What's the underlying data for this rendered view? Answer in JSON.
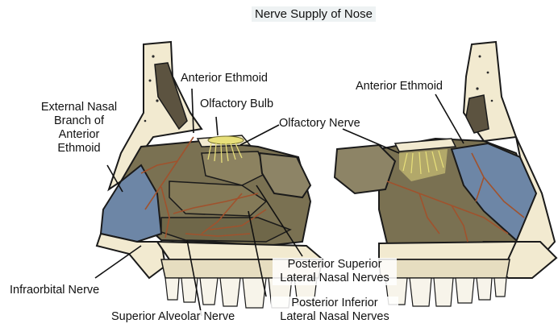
{
  "title": "Nerve Supply of Nose",
  "labels": {
    "external_nasal_line1": "External Nasal",
    "external_nasal_line2": "Branch of",
    "external_nasal_line3": "Anterior",
    "external_nasal_line4": "Ethmoid",
    "anterior_ethmoid_left": "Anterior Ethmoid",
    "olfactory_bulb": "Olfactory Bulb",
    "olfactory_nerve": "Olfactory Nerve",
    "anterior_ethmoid_right": "Anterior Ethmoid",
    "infraorbital_nerve": "Infraorbital Nerve",
    "superior_alveolar_nerve": "Superior Alveolar Nerve",
    "posterior_superior_line1": "Posterior Superior",
    "posterior_superior_line2": "Lateral Nasal Nerves",
    "posterior_inferior_line1": "Posterior Inferior",
    "posterior_inferior_line2": "Lateral Nasal Nerves"
  },
  "colors": {
    "bone": "#f2ead0",
    "bone_outline": "#1a1a1a",
    "turbinate": "#7a7152",
    "cavity_dark": "#3d3a2c",
    "blue_region": "#6d86a6",
    "nerve": "#a0522d",
    "olfactory": "#e8e07a",
    "teeth": "#f7f4ea"
  }
}
